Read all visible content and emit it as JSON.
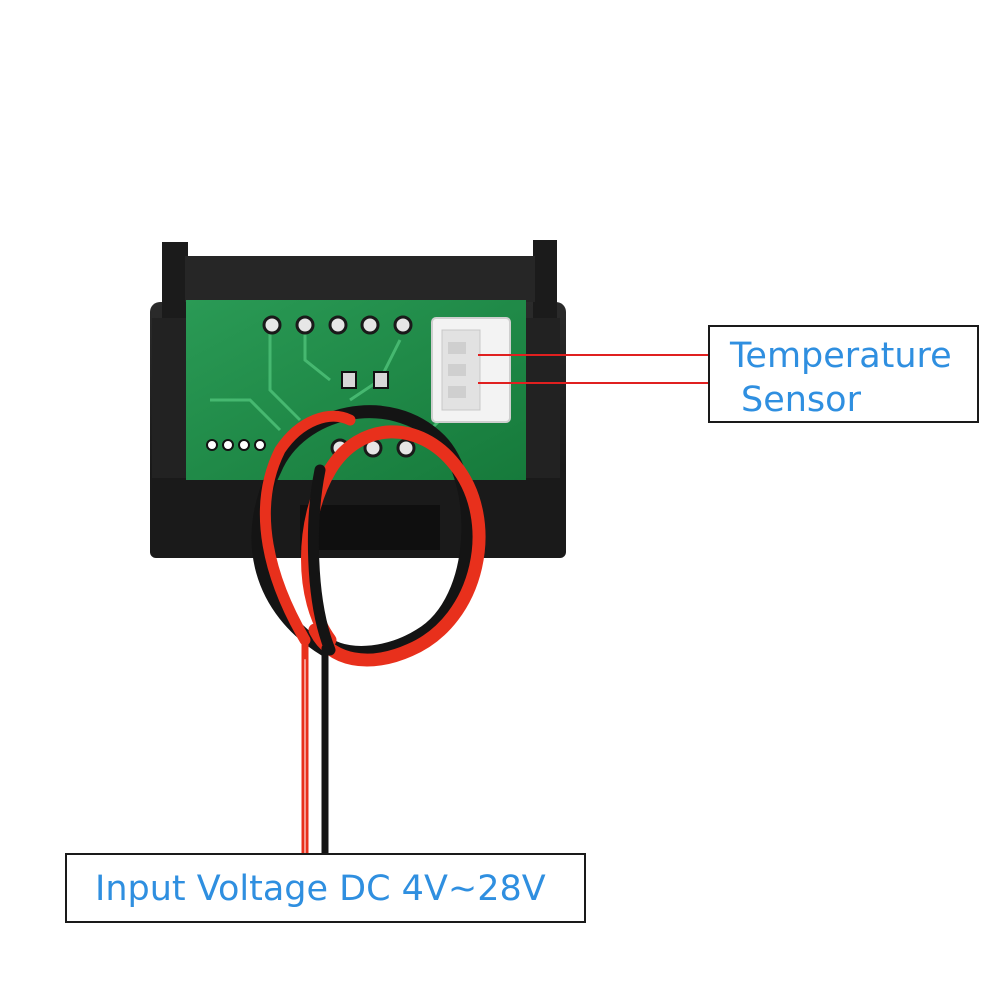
{
  "callouts": {
    "temperature_sensor": {
      "line1": "Temperature",
      "line2": "Sensor"
    },
    "input_voltage": {
      "label": "Input Voltage DC 4V~28V"
    }
  },
  "colors": {
    "label_text": "#2f8fe0",
    "box_border": "#1a1a1a",
    "leader_line": "#e02020",
    "pcb": "#1f8a45",
    "housing": "#1e1e1e",
    "wire_red": "#e8301c",
    "wire_black": "#141414",
    "connector": "#f2f2f2"
  },
  "icons": {
    "module": "voltmeter-thermometer-module",
    "connector": "jst-3pin-connector",
    "wires": "power-wire-pair"
  }
}
